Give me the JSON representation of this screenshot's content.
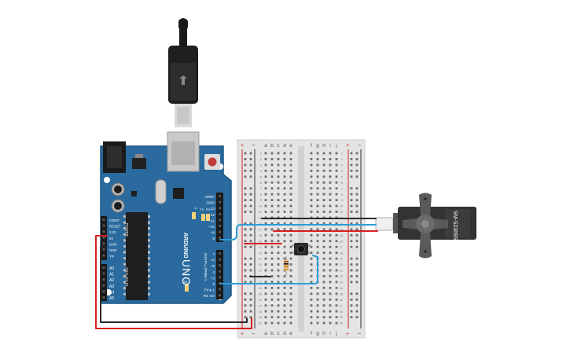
{
  "arduino": {
    "brand": "ARDUINO",
    "model": "UNO",
    "digital_header": "DIGITAL (PWM~)",
    "power_header": "POWER",
    "analog_header": "ANALOG IN",
    "tx_led": "TX",
    "rx_led": "RX",
    "l_led": "L",
    "on_led": "ON",
    "power_pins": [
      "IOREF",
      "RESET",
      "3.3V",
      "5V",
      "GND",
      "GND",
      "Vin"
    ],
    "analog_pins": [
      "A0",
      "A1",
      "A2",
      "A3",
      "A4",
      "A5"
    ],
    "digital_pins_upper": [
      "AREF",
      "GND",
      "13",
      "12",
      "~11",
      "~10",
      "~9",
      "8"
    ],
    "digital_pins_lower": [
      "7",
      "~6",
      "~5",
      "4",
      "~3",
      "2",
      "TX ▸ 1",
      "RX ◂ 0"
    ]
  },
  "breadboard": {
    "columns_left": [
      "a",
      "b",
      "c",
      "d",
      "e"
    ],
    "columns_right": [
      "f",
      "g",
      "h",
      "i",
      "j"
    ],
    "rail_plus": "+",
    "rail_minus": "−",
    "row_count": 30
  },
  "servo": {
    "label": "SM-S2309S"
  },
  "colors": {
    "board": "#2a6a9e",
    "board_edge": "#1d5580",
    "breadboard": "#e4e4e4",
    "wire_red": "#d42020",
    "wire_black": "#2a2a2a",
    "wire_blue": "#2a9fd6",
    "servo_body": "#333333"
  }
}
